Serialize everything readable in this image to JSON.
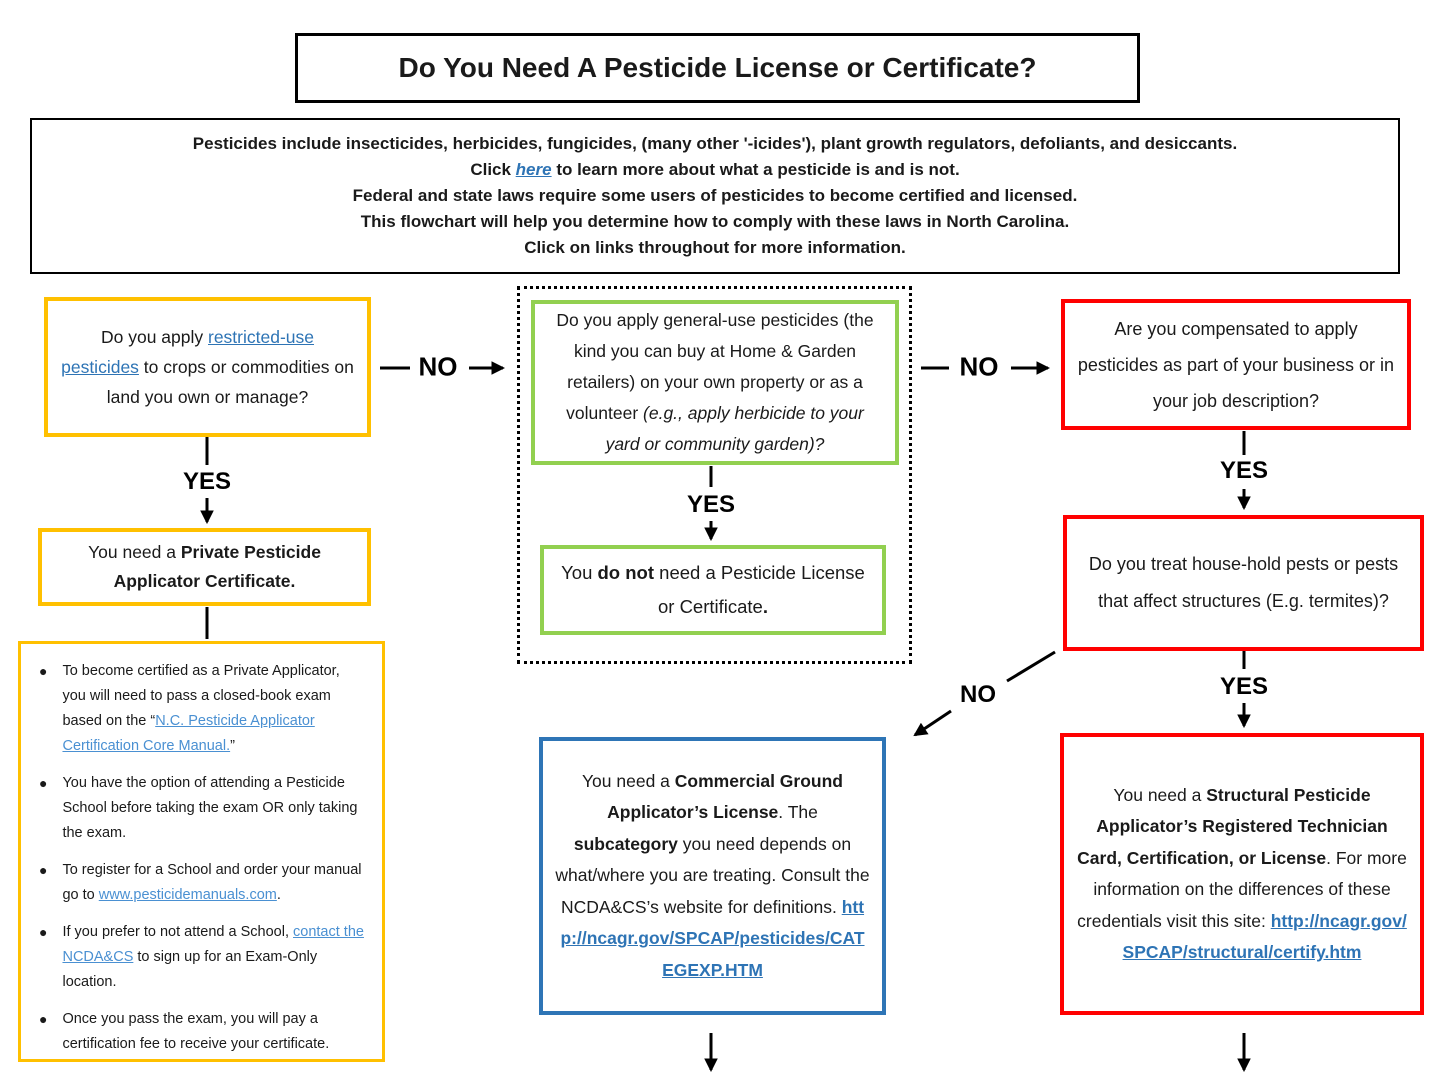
{
  "title": "Do You Need A Pesticide License or Certificate?",
  "labels": {
    "yes": "YES",
    "no": "NO"
  },
  "intro": {
    "line1": "Pesticides include insecticides, herbicides, fungicides, (many other '-icides'), plant growth regulators, defoliants, and desiccants.",
    "line2": {
      "pre": "Click ",
      "link": "here",
      "post": " to learn more about what a pesticide is and is not."
    },
    "line3": "Federal and state laws require some users of pesticides to become certified and licensed.",
    "line4": "This flowchart will help you determine how to comply with these laws in North Carolina.",
    "line5": "Click on links throughout for more information."
  },
  "nodes": {
    "restricted_question": {
      "pre": "Do you apply ",
      "link": "restricted-use pesticides",
      "post": " to crops or commodities on land you own or manage?"
    },
    "private_certificate": {
      "pre": "You need a ",
      "bold": "Private Pesticide Applicator Certificate."
    },
    "private_steps": {
      "bullets": [
        {
          "pre": "To become certified as a Private Applicator, you will need to pass a closed-book exam based on the “",
          "link": "N.C. Pesticide Applicator Certification Core Manual.",
          "post": "”"
        },
        {
          "pre": "You have the option of attending a Pesticide School before taking the exam OR only taking the exam.",
          "link": "",
          "post": ""
        },
        {
          "pre": "To register for a School and order your manual go to ",
          "link": "www.pesticidemanuals.com",
          "post": "."
        },
        {
          "pre": "If you prefer to not attend a School, ",
          "link": "contact the NCDA&CS",
          "post": " to sign up for an Exam-Only location."
        },
        {
          "pre": "Once you pass the exam, you will pay a certification fee to receive your certificate.",
          "link": "",
          "post": ""
        }
      ]
    },
    "general_question": {
      "pre": "Do you apply general-use pesticides (the kind you can buy at Home & Garden retailers) on your own property or as a volunteer ",
      "italic": "(e.g., apply herbicide to your yard or community garden)?"
    },
    "no_license": {
      "pre": "You ",
      "bold": "do not",
      "mid": " need a Pesticide License or Certificate",
      "bold2": "."
    },
    "compensated_question": "Are you compensated to apply pesticides as part of your business or in your job description?",
    "household_question": "Do you treat house-hold pests or pests that affect structures (E.g. termites)?",
    "commercial": {
      "pre": "You need a ",
      "bold1": "Commercial Ground Applicator’s License",
      "mid1": ". The ",
      "bold2": "subcategory",
      "mid2": " you need depends on what/where you are treating. Consult the NCDA&CS’s website for definitions. ",
      "link": "http://ncagr.gov/SPCAP/pesticides/CATEGEXP.HTM"
    },
    "structural": {
      "pre": "You need a ",
      "bold1": "Structural Pesticide Applicator’s Registered Technician Card, Certification, or License",
      "mid1": ". For more information on the differences of these credentials visit this site: ",
      "link": "http://ncagr.gov/SPCAP/structural/certify.htm"
    }
  },
  "colors": {
    "yellow": "#FFC000",
    "green": "#92D050",
    "red": "#FF0000",
    "blue": "#2E75B6",
    "link": "#2E74B5",
    "link_light": "#4A90D2",
    "border": "#000000",
    "text": "#1A1A1A"
  }
}
